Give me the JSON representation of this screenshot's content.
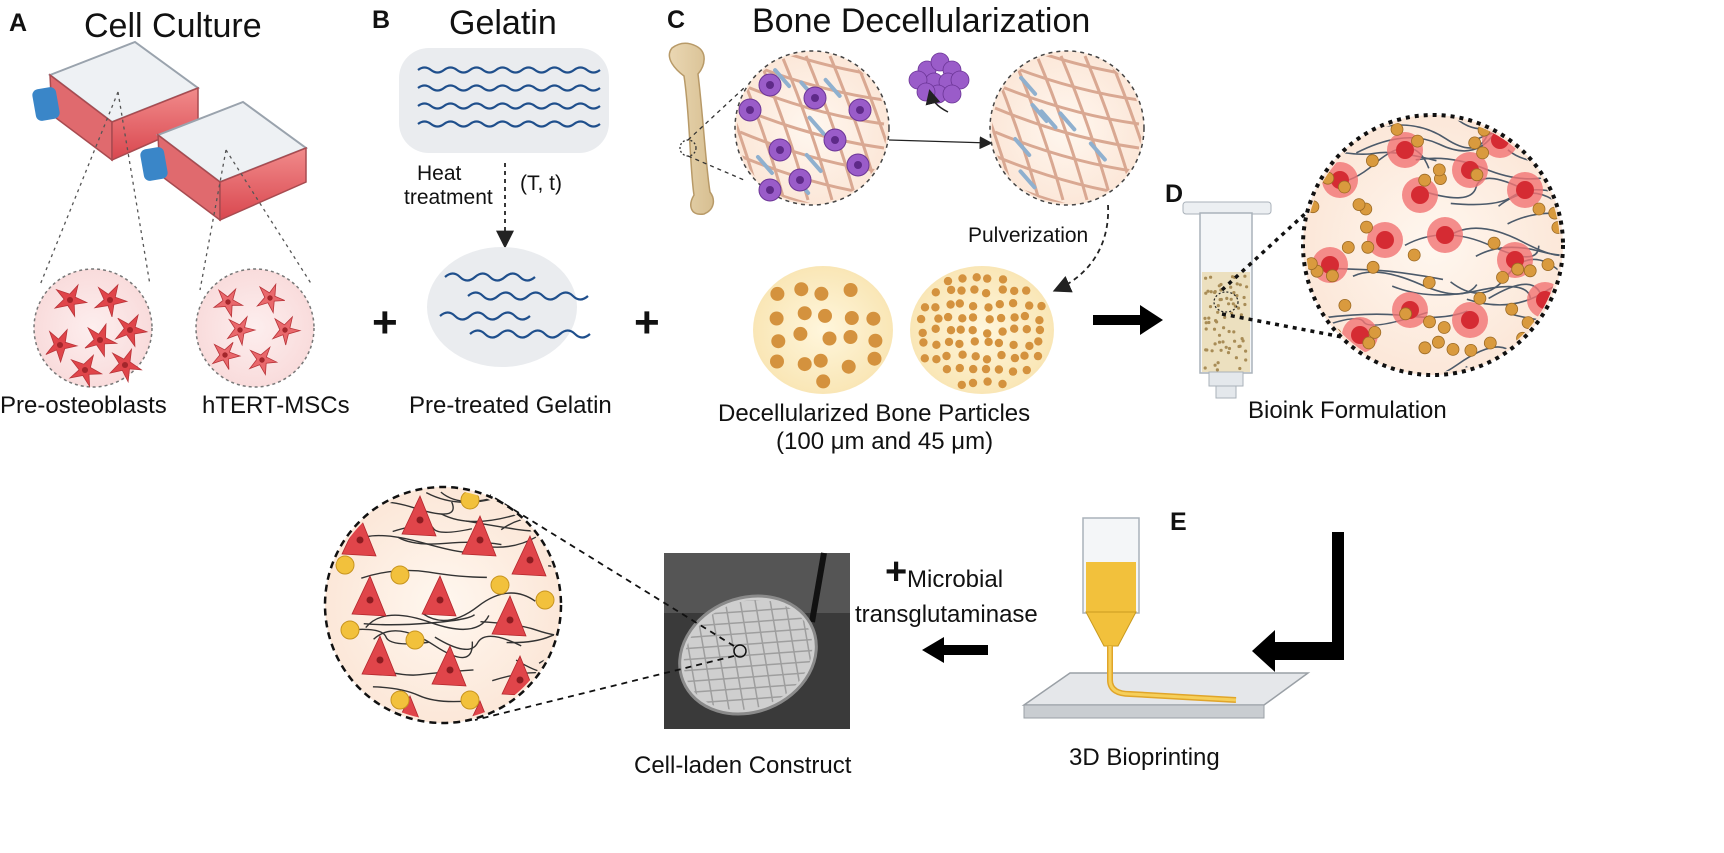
{
  "panels": {
    "a": {
      "letter": "A",
      "title": "Cell Culture",
      "cells_left": "Pre-osteoblasts",
      "cells_right": "hTERT-MSCs"
    },
    "b": {
      "letter": "B",
      "title": "Gelatin",
      "heat_line1": "Heat",
      "heat_line2": "treatment",
      "heat_params": "(T, t)",
      "result": "Pre-treated Gelatin"
    },
    "c": {
      "letter": "C",
      "title": "Bone Decellularization",
      "step": "Pulverization",
      "result_line1": "Decellularized Bone Particles",
      "result_line2": "(100 μm and 45 μm)"
    },
    "d": {
      "letter": "D",
      "result": "Bioink Formulation"
    },
    "e": {
      "letter": "E",
      "result": "3D Bioprinting",
      "additive_symbol": "+",
      "additive_line1": "Microbial",
      "additive_line2": "transglutaminase",
      "construct": "Cell-laden Construct"
    }
  },
  "operators": {
    "plus_1": "+",
    "plus_2": "+"
  },
  "colors": {
    "cell_red": "#e0454a",
    "gelatin_blue": "#1f4f8c",
    "bone_particle": "#d4923e",
    "bioink_yellow": "#f2c13c",
    "cell_purple": "#8a4ab8"
  }
}
